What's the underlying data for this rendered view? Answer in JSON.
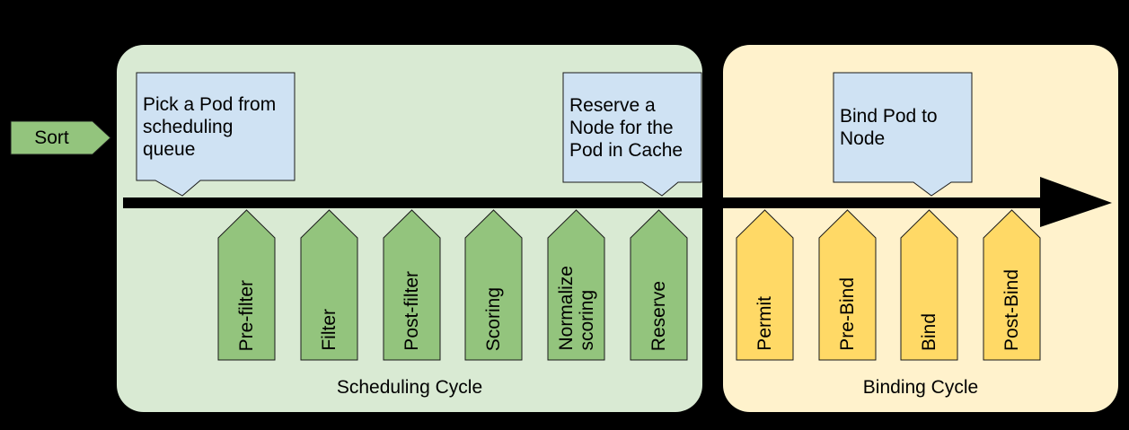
{
  "colors": {
    "background": "#000000",
    "scheduling_panel": "#d9ead3",
    "binding_panel": "#fff2cc",
    "green_stage": "#93c47d",
    "yellow_stage": "#ffd966",
    "callout": "#cfe2f3",
    "outline": "#1a1a1a",
    "arrow": "#000000",
    "text": "#000000"
  },
  "sort": {
    "label": "Sort"
  },
  "scheduling_cycle": {
    "label": "Scheduling Cycle",
    "callout_pick": {
      "text": "Pick a Pod from\nscheduling\nqueue"
    },
    "callout_reserve": {
      "text": "Reserve a\nNode for the\nPod in Cache"
    },
    "stages": [
      "Pre-filter",
      "Filter",
      "Post-filter",
      "Scoring",
      "Normalize\nscoring",
      "Reserve"
    ]
  },
  "binding_cycle": {
    "label": "Binding Cycle",
    "callout_bind": {
      "text": "Bind Pod to\nNode"
    },
    "stages": [
      "Permit",
      "Pre-Bind",
      "Bind",
      "Post-Bind"
    ]
  }
}
